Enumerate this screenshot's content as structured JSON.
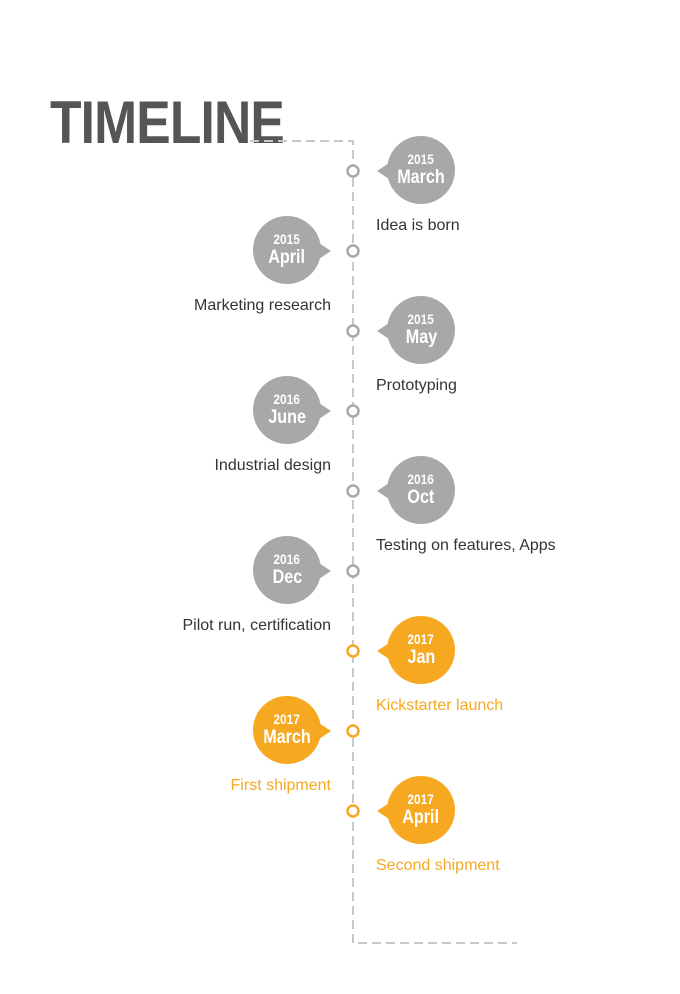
{
  "title": "TIMELINE",
  "colors": {
    "past": "#a8a8a8",
    "current": "#f5a820",
    "line": "#c8c8c8",
    "title": "#555555",
    "caption_past": "#333333"
  },
  "events": [
    {
      "year": "2015",
      "month": "March",
      "caption": "Idea is born",
      "side": "right",
      "highlight": false
    },
    {
      "year": "2015",
      "month": "April",
      "caption": "Marketing research",
      "side": "left",
      "highlight": false
    },
    {
      "year": "2015",
      "month": "May",
      "caption": "Prototyping",
      "side": "right",
      "highlight": false
    },
    {
      "year": "2016",
      "month": "June",
      "caption": "Industrial design",
      "side": "left",
      "highlight": false
    },
    {
      "year": "2016",
      "month": "Oct",
      "caption": "Testing on features, Apps",
      "side": "right",
      "highlight": false
    },
    {
      "year": "2016",
      "month": "Dec",
      "caption": "Pilot run, certification",
      "side": "left",
      "highlight": false
    },
    {
      "year": "2017",
      "month": "Jan",
      "caption": "Kickstarter launch",
      "side": "right",
      "highlight": true
    },
    {
      "year": "2017",
      "month": "March",
      "caption": "First shipment",
      "side": "left",
      "highlight": true
    },
    {
      "year": "2017",
      "month": "April",
      "caption": "Second shipment",
      "side": "right",
      "highlight": true
    }
  ]
}
